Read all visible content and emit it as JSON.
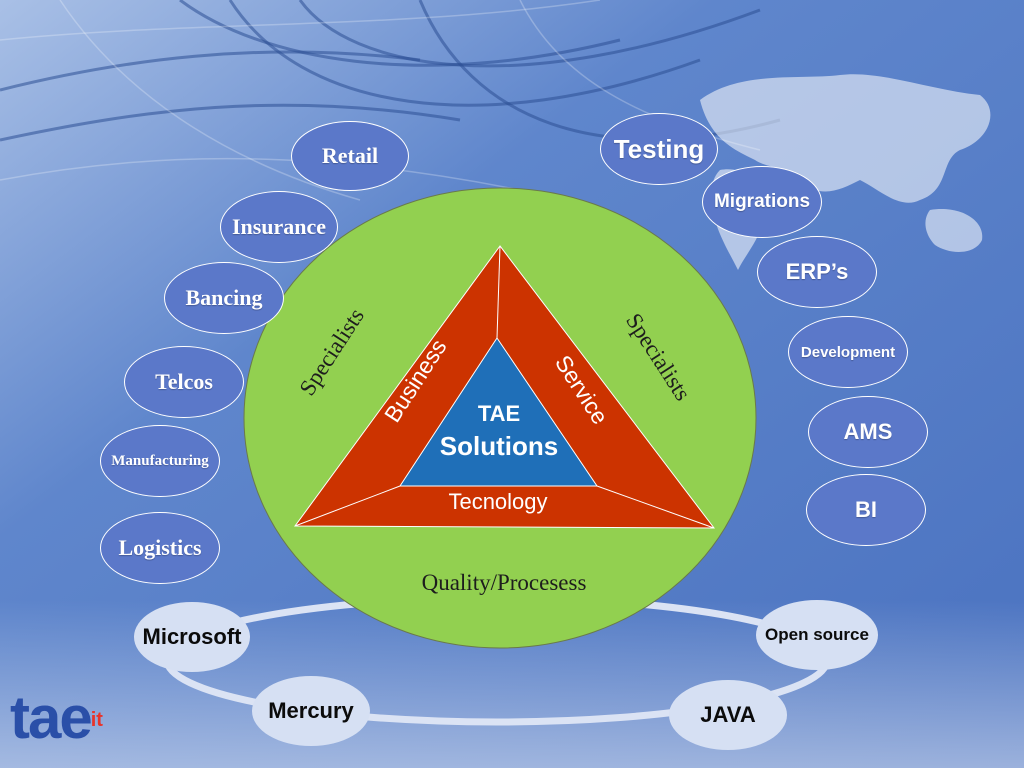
{
  "colors": {
    "background": "#4f78c4",
    "circle": "#92d050",
    "triangle_outer": "#cc3300",
    "triangle_inner": "#1f6fb8",
    "oval_fill": "#5b78c9",
    "tech_oval": "#d6e0f3",
    "logo": "#2a4fa8",
    "logo_superscript": "#e8332a"
  },
  "industries": [
    "Retail",
    "Insurance",
    "Bancing",
    "Telcos",
    "Manufacturing",
    "Logistics"
  ],
  "services": [
    "Testing",
    "Migrations",
    "ERP’s",
    "Development",
    "AMS",
    "BI"
  ],
  "technologies": [
    "Microsoft",
    "Mercury",
    "JAVA",
    "Open source"
  ],
  "circle": {
    "left_label": "Specialists",
    "right_label": "Specialists",
    "bottom_label": "Quality/Procesess"
  },
  "triangle": {
    "left_side": "Business",
    "right_side": "Service",
    "base": "Tecnology",
    "center_line1": "TAE",
    "center_line2": "Solutions"
  },
  "logo": {
    "text": "tae",
    "superscript": "it"
  }
}
